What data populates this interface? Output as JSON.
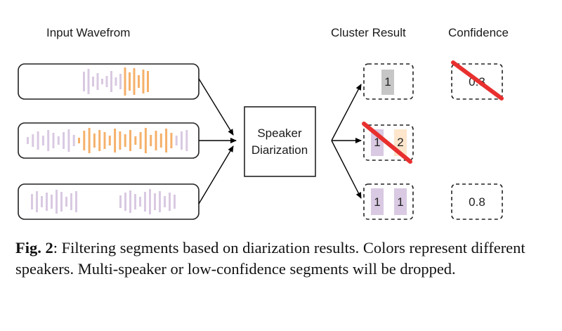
{
  "labels": {
    "input": "Input Wavefrom",
    "cluster": "Cluster Result",
    "confidence": "Confidence",
    "diarization_line1": "Speaker",
    "diarization_line2": "Diarization"
  },
  "colors": {
    "speaker_purple": "#d9c9e2",
    "speaker_orange": "#f5b06b",
    "speaker_gray": "#c6c6c6",
    "speaker_peach": "#fde6cc",
    "strike_red": "#e8302f"
  },
  "clusters": [
    {
      "speakers": [
        "1"
      ],
      "colors": [
        "gray"
      ],
      "confidence": "0.3",
      "dropped": true,
      "drop_reason": "low-confidence"
    },
    {
      "speakers": [
        "1",
        "2"
      ],
      "colors": [
        "purple",
        "peach"
      ],
      "confidence": "",
      "dropped": true,
      "drop_reason": "multi-speaker"
    },
    {
      "speakers": [
        "1",
        "1"
      ],
      "colors": [
        "purple",
        "purple"
      ],
      "confidence": "0.8",
      "dropped": false
    }
  ],
  "caption": {
    "tag": "Fig. 2",
    "text": ": Filtering segments based on diarization results. Colors represent different speakers. Multi-speaker or low-confidence segments will be dropped."
  }
}
